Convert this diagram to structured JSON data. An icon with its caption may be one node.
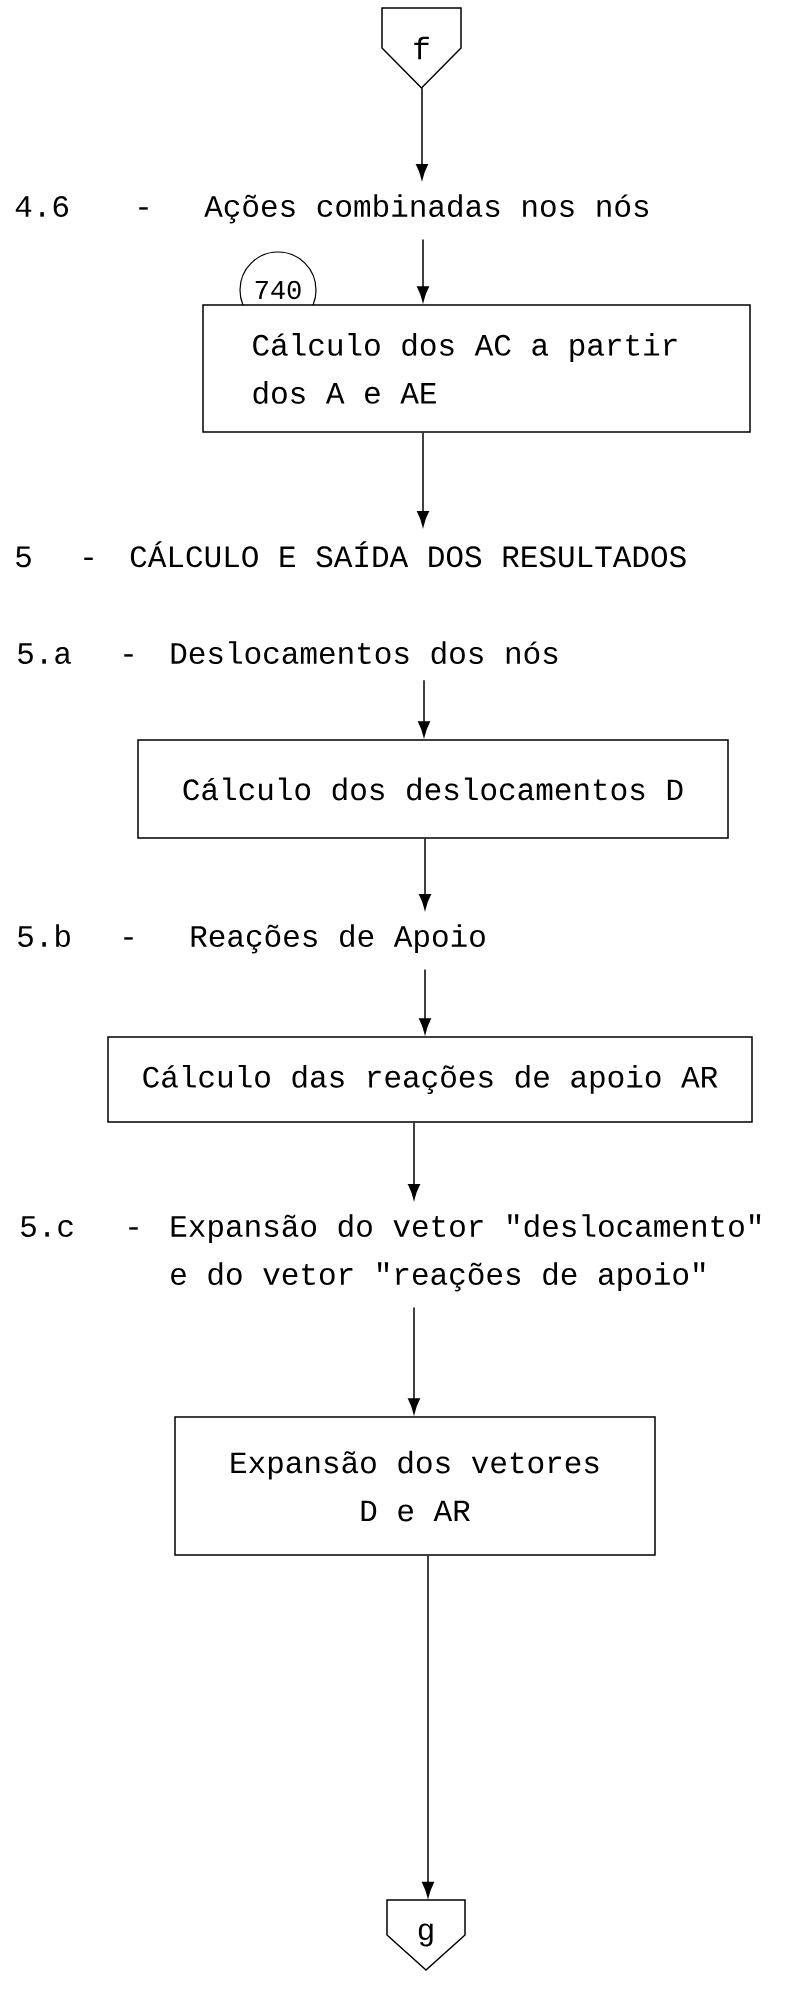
{
  "diagram": {
    "nodes": [
      {
        "text": [
          "f"
        ]
      },
      {
        "text": [
          "4.6",
          "-",
          "Ações combinadas nos nós"
        ]
      },
      {
        "text": [
          "740"
        ]
      },
      {
        "text": [
          "Cálculo dos AC a partir dos A e AE"
        ]
      },
      {
        "text": [
          "5",
          "-",
          "CÁLCULO E SAÍDA DOS RESULTADOS"
        ]
      },
      {
        "text": [
          "5.a",
          "-",
          "Deslocamentos dos nós"
        ]
      },
      {
        "text": [
          "Cálculo dos deslocamentos D"
        ]
      },
      {
        "text": [
          "5.b",
          "-",
          "Reações de Apoio"
        ]
      },
      {
        "text": [
          "Cálculo das reações de apoio AR"
        ]
      },
      {
        "text": [
          "5.c",
          "-",
          "Expansão do vetor \"deslocamento\" e do vetor \"reações de apoio\""
        ]
      },
      {
        "text": [
          "Expansão dos vetores D e AR"
        ]
      },
      {
        "text": [
          "g"
        ]
      }
    ],
    "edges": [
      {
        "from": 0,
        "to": 1,
        "arrow": "to"
      },
      {
        "from": 1,
        "to": 3,
        "arrow": "to"
      },
      {
        "from": 3,
        "to": 4,
        "arrow": "to"
      },
      {
        "from": 5,
        "to": 6,
        "arrow": "to"
      },
      {
        "from": 6,
        "to": 7,
        "arrow": "to"
      },
      {
        "from": 7,
        "to": 8,
        "arrow": "to"
      },
      {
        "from": 8,
        "to": 9,
        "arrow": "to"
      },
      {
        "from": 9,
        "to": 10,
        "arrow": "to"
      },
      {
        "from": 10,
        "to": 11,
        "arrow": "to"
      }
    ]
  }
}
